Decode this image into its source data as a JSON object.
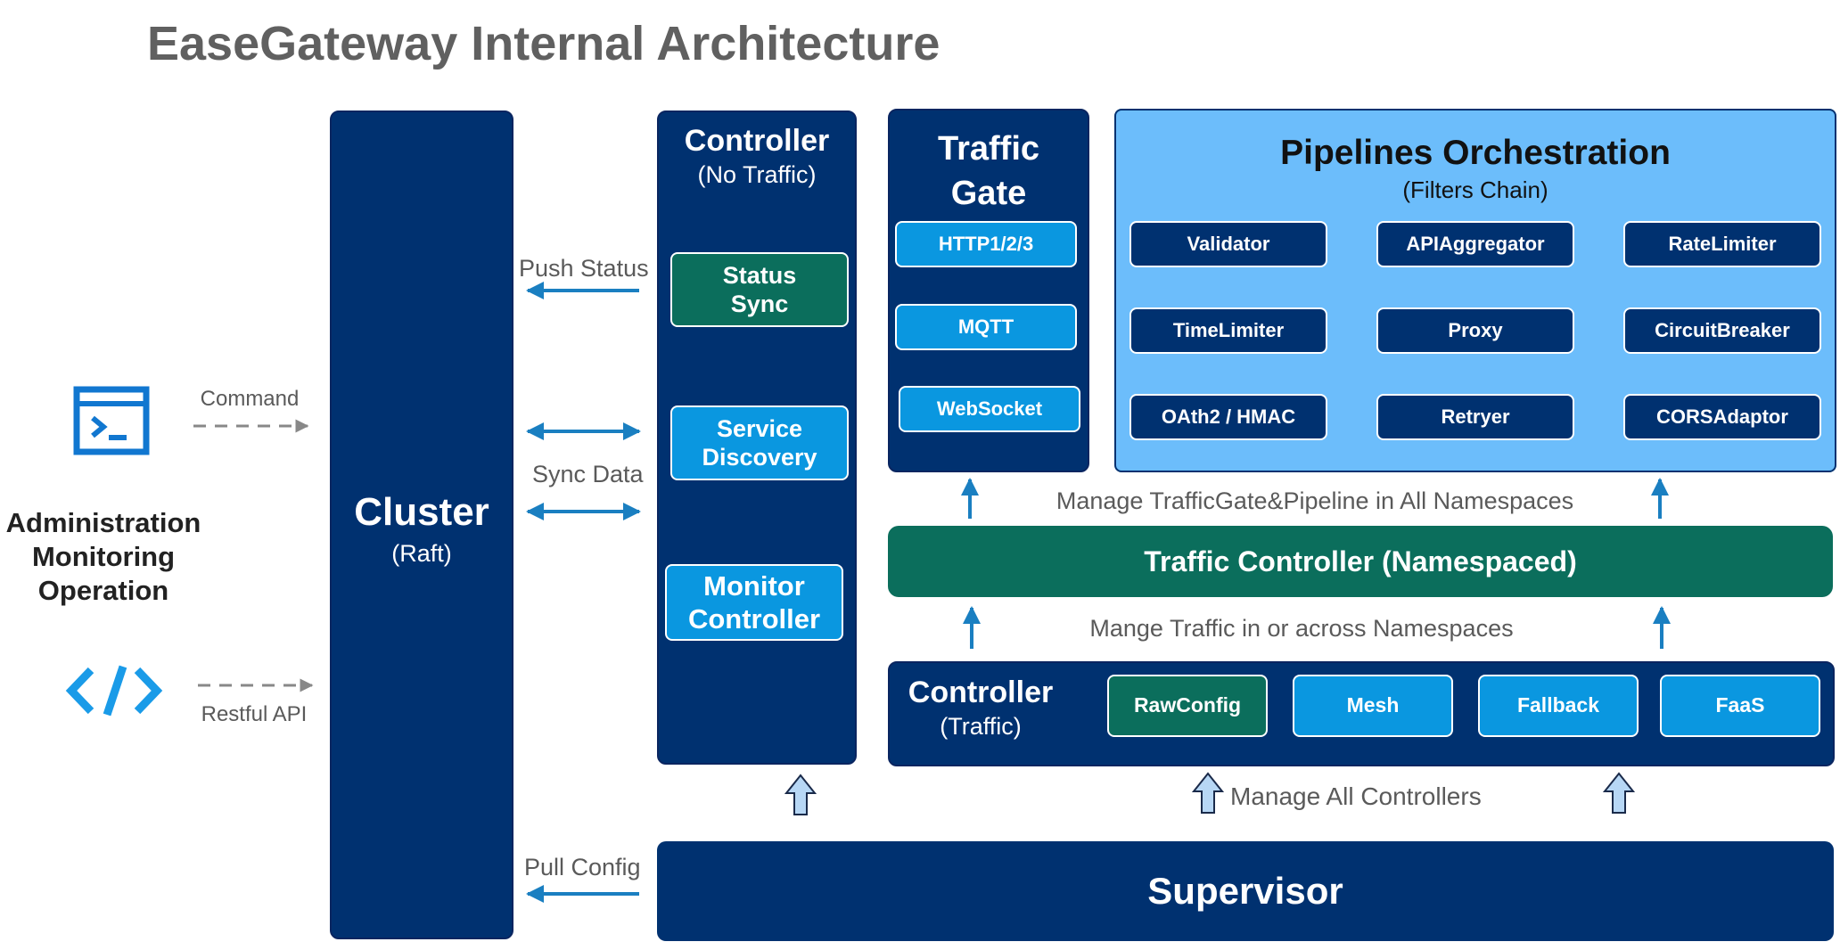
{
  "title": "EaseGateway Internal Architecture",
  "clients": {
    "admin_lines": [
      "Administration",
      "Monitoring",
      "Operation"
    ],
    "command_label": "Command",
    "restful_label": "Restful API",
    "terminal_icon": "terminal-icon",
    "code_icon": "code-icon"
  },
  "cluster": {
    "title": "Cluster",
    "subtitle": "(Raft)"
  },
  "edge_labels": {
    "push_status": "Push Status",
    "sync_data": "Sync Data",
    "pull_config": "Pull Config"
  },
  "controller_no_traffic": {
    "title": "Controller",
    "subtitle": "(No Traffic)",
    "status_sync": [
      "Status",
      "Sync"
    ],
    "service_discovery": [
      "Service",
      "Discovery"
    ],
    "monitor_controller": [
      "Monitor",
      "Controller"
    ]
  },
  "traffic_gate": {
    "title_lines": [
      "Traffic",
      "Gate"
    ],
    "protocols": [
      "HTTP1/2/3",
      "MQTT",
      "WebSocket"
    ]
  },
  "pipelines": {
    "title": "Pipelines Orchestration",
    "subtitle": "(Filters Chain)",
    "filters": [
      "Validator",
      "APIAggregator",
      "RateLimiter",
      "TimeLimiter",
      "Proxy",
      "CircuitBreaker",
      "OAth2 / HMAC",
      "Retryer",
      "CORSAdaptor"
    ]
  },
  "manage_gate_label": "Manage TrafficGate&Pipeline in All Namespaces",
  "traffic_controller": "Traffic Controller (Namespaced)",
  "manage_traffic_label": "Mange Traffic in or across Namespaces",
  "controller_traffic": {
    "title": "Controller",
    "subtitle": "(Traffic)",
    "items": [
      "RawConfig",
      "Mesh",
      "Fallback",
      "FaaS"
    ]
  },
  "manage_all_label": "Manage All Controllers",
  "supervisor": "Supervisor",
  "colors": {
    "navy": "#003170",
    "blue": "#0a97e0",
    "light_blue": "#6cbdfb",
    "green": "#0b6e5c",
    "arrow": "#1a7fc1",
    "hollow_arrow": "#b7d7f5"
  }
}
